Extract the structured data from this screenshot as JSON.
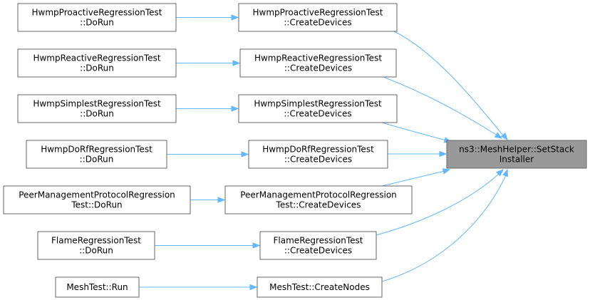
{
  "diagram": {
    "edge_color": "#63b8ff",
    "node_border_color": "#666666",
    "target_fill_color": "#999999",
    "target": {
      "id": "setstack",
      "lines": [
        "ns3::MeshHelper::SetStack",
        "Installer"
      ]
    },
    "callers": [
      {
        "id": "proactive-create",
        "lines": [
          "HwmpProactiveRegressionTest",
          "::CreateDevices"
        ]
      },
      {
        "id": "reactive-create",
        "lines": [
          "HwmpReactiveRegressionTest",
          "::CreateDevices"
        ]
      },
      {
        "id": "simplest-create",
        "lines": [
          "HwmpSimplestRegressionTest",
          "::CreateDevices"
        ]
      },
      {
        "id": "dorf-create",
        "lines": [
          "HwmpDoRfRegressionTest",
          "::CreateDevices"
        ]
      },
      {
        "id": "peer-create",
        "lines": [
          "PeerManagementProtocolRegression",
          "Test::CreateDevices"
        ]
      },
      {
        "id": "flame-create",
        "lines": [
          "FlameRegressionTest",
          "::CreateDevices"
        ]
      },
      {
        "id": "mesh-createnodes",
        "lines": [
          "MeshTest::CreateNodes"
        ]
      }
    ],
    "root_callers": [
      {
        "id": "proactive-dorun",
        "calls": "proactive-create",
        "lines": [
          "HwmpProactiveRegressionTest",
          "::DoRun"
        ]
      },
      {
        "id": "reactive-dorun",
        "calls": "reactive-create",
        "lines": [
          "HwmpReactiveRegressionTest",
          "::DoRun"
        ]
      },
      {
        "id": "simplest-dorun",
        "calls": "simplest-create",
        "lines": [
          "HwmpSimplestRegressionTest",
          "::DoRun"
        ]
      },
      {
        "id": "dorf-dorun",
        "calls": "dorf-create",
        "lines": [
          "HwmpDoRfRegressionTest",
          "::DoRun"
        ]
      },
      {
        "id": "peer-dorun",
        "calls": "peer-create",
        "lines": [
          "PeerManagementProtocolRegression",
          "Test::DoRun"
        ]
      },
      {
        "id": "flame-dorun",
        "calls": "flame-create",
        "lines": [
          "FlameRegressionTest",
          "::DoRun"
        ]
      },
      {
        "id": "mesh-run",
        "calls": "mesh-createnodes",
        "lines": [
          "MeshTest::Run"
        ]
      }
    ]
  }
}
